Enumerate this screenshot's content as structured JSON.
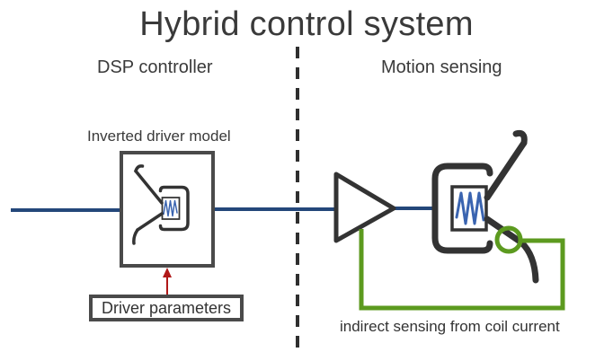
{
  "title": "Hybrid control system",
  "sections": {
    "left": "DSP controller",
    "right": "Motion sensing"
  },
  "labels": {
    "inverted_model": "Inverted driver model",
    "driver_parameters": "Driver parameters",
    "indirect_sensing": "indirect sensing from coil current"
  },
  "colors": {
    "signal_line": "#24477a",
    "feedback_line": "#5c9a1f",
    "param_arrow": "#b01818",
    "outline": "#3c3c3c",
    "coil": "#3a64b0"
  }
}
